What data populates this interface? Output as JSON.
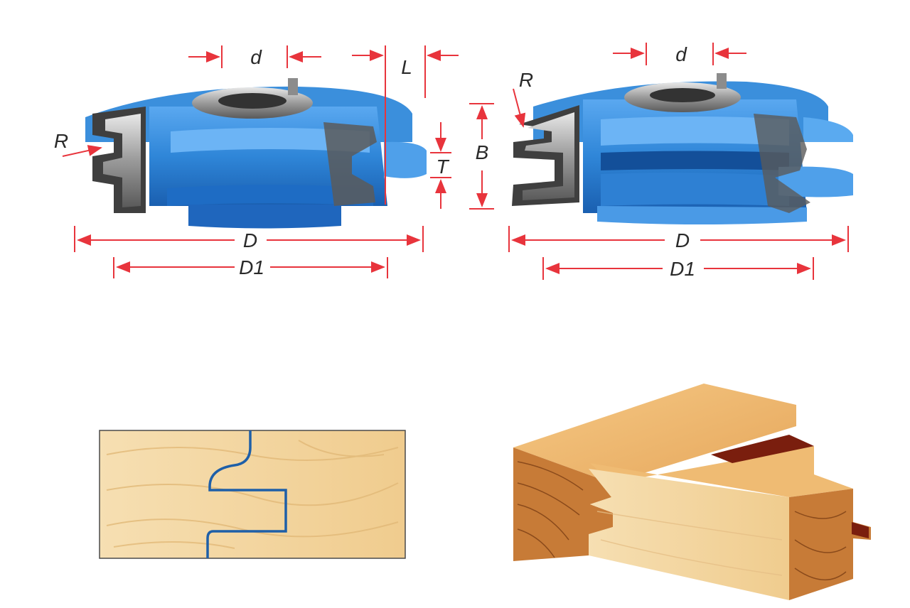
{
  "colors": {
    "cutter_blue": "#2f86d8",
    "cutter_blue_dark": "#14539e",
    "carbide": "#4a4a4a",
    "dimension_red": "#e8343c",
    "wood_light": "#f4d9a6",
    "wood_mid": "#e9b36b",
    "wood_dark": "#b5652a",
    "profile_line": "#1e5fa8"
  },
  "left_cutter": {
    "labels": {
      "bore": "d",
      "shank_length": "L",
      "radius": "R",
      "tongue": "T",
      "diameter": "D",
      "inner_diameter": "D1"
    }
  },
  "right_cutter": {
    "labels": {
      "bore": "d",
      "radius": "R",
      "cut_height": "B",
      "diameter": "D",
      "inner_diameter": "D1"
    }
  },
  "profile_view": {
    "icon": "tongue-groove-profile"
  },
  "joint_view": {
    "icon": "wood-joint-3d"
  }
}
